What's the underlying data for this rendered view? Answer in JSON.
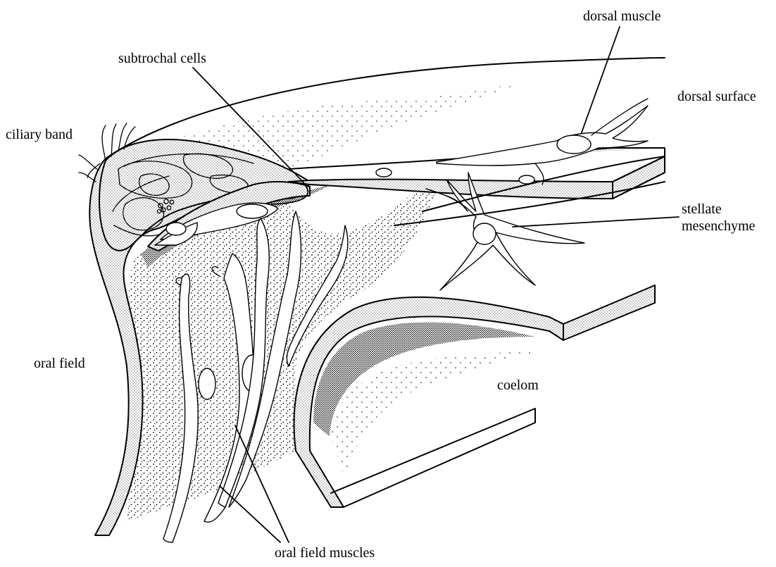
{
  "labels": {
    "dorsal_muscle": "dorsal muscle",
    "subtrochal_cells": "subtrochal cells",
    "dorsal_surface": "dorsal surface",
    "ciliary_band": "ciliary band",
    "stellate_line1": "stellate",
    "stellate_line2": "mesenchyme",
    "oral_field": "oral field",
    "coelom": "coelom",
    "oral_field_muscles": "oral field muscles"
  },
  "colors": {
    "ink": "#000000",
    "paper": "#ffffff"
  }
}
